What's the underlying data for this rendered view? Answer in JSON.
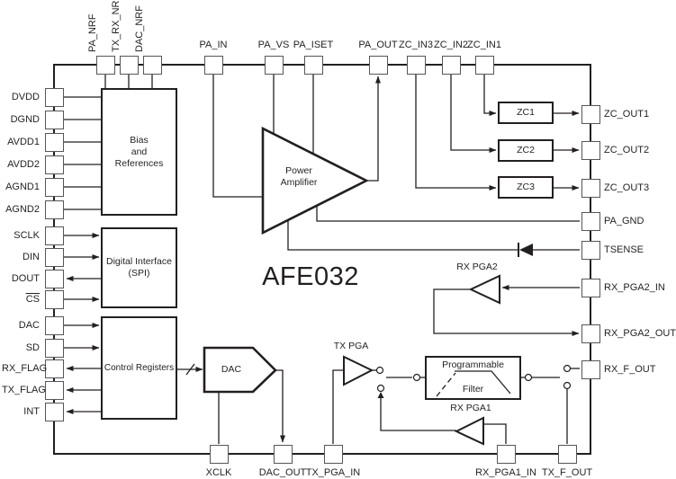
{
  "chip": {
    "name": "AFE032"
  },
  "pins": {
    "top": [
      {
        "label": "PA_NRF"
      },
      {
        "label": "TX_RX_NRF"
      },
      {
        "label": "DAC_NRF"
      },
      {
        "label": "PA_IN"
      },
      {
        "label": "PA_VS"
      },
      {
        "label": "PA_ISET"
      },
      {
        "label": "PA_OUT"
      },
      {
        "label": "ZC_IN3"
      },
      {
        "label": "ZC_IN2"
      },
      {
        "label": "ZC_IN1"
      }
    ],
    "left": [
      {
        "label": "DVDD"
      },
      {
        "label": "DGND"
      },
      {
        "label": "AVDD1"
      },
      {
        "label": "AVDD2"
      },
      {
        "label": "AGND1"
      },
      {
        "label": "AGND2"
      },
      {
        "label": "SCLK"
      },
      {
        "label": "DIN"
      },
      {
        "label": "DOUT"
      },
      {
        "label": "CS",
        "active_low": true
      },
      {
        "label": "DAC"
      },
      {
        "label": "SD"
      },
      {
        "label": "RX_FLAG"
      },
      {
        "label": "TX_FLAG"
      },
      {
        "label": "INT"
      }
    ],
    "right": [
      {
        "label": "ZC_OUT1"
      },
      {
        "label": "ZC_OUT2"
      },
      {
        "label": "ZC_OUT3"
      },
      {
        "label": "PA_GND"
      },
      {
        "label": "TSENSE"
      },
      {
        "label": "RX_PGA2_IN"
      },
      {
        "label": "RX_PGA2_OUT"
      },
      {
        "label": "RX_F_OUT"
      }
    ],
    "bottom": [
      {
        "label": "XCLK"
      },
      {
        "label": "DAC_OUT"
      },
      {
        "label": "TX_PGA_IN"
      },
      {
        "label": "RX_PGA1_IN"
      },
      {
        "label": "TX_F_OUT"
      }
    ]
  },
  "blocks": {
    "bias": {
      "line1": "Bias",
      "line2": "and",
      "line3": "References"
    },
    "spi": {
      "line1": "Digital Interface",
      "line2": "(SPI)"
    },
    "control": {
      "label": "Control Registers"
    },
    "zc1": {
      "label": "ZC1"
    },
    "zc2": {
      "label": "ZC2"
    },
    "zc3": {
      "label": "ZC3"
    },
    "filter": {
      "line1": "Programmable",
      "line2": "Filter"
    }
  },
  "amps": {
    "pa": {
      "line1": "Power",
      "line2": "Amplifier"
    },
    "tx_pga": {
      "label": "TX PGA"
    },
    "rx_pga1": {
      "label": "RX PGA1"
    },
    "rx_pga2": {
      "label": "RX PGA2"
    },
    "dac": {
      "label": "DAC"
    }
  },
  "colors": {
    "line": "#231f20",
    "pin_border": "#55565a",
    "background": "#ffffff"
  }
}
